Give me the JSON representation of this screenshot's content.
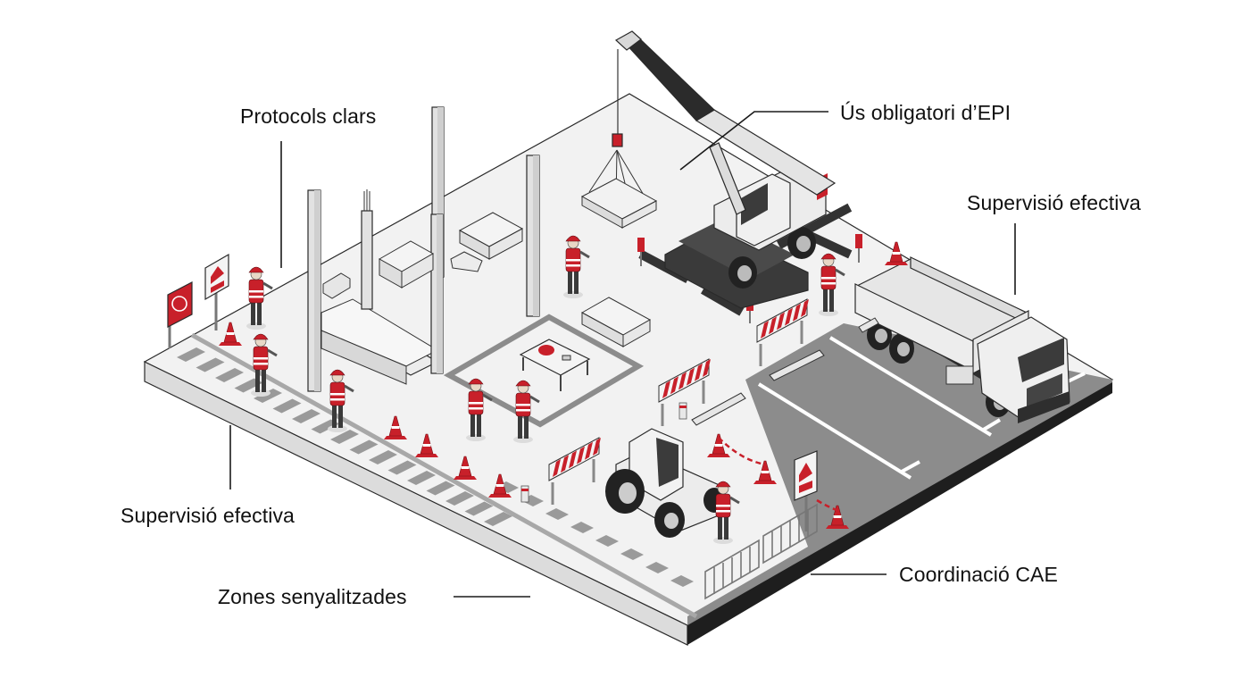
{
  "diagram": {
    "type": "isometric-illustration",
    "subject": "construction site safety",
    "colors": {
      "accent_red": "#c8202a",
      "platform_top": "#f2f2f2",
      "platform_side": "#dcdcdc",
      "platform_edge": "#1e1e1e",
      "asphalt": "#8a8a8a",
      "walkway_stripe": "#9a9a9a",
      "text": "#111111",
      "machinery_dark": "#3a3a3a",
      "machinery_light": "#e6e6e6"
    },
    "labels": [
      {
        "id": "protocols",
        "text": "Protocols clars"
      },
      {
        "id": "epi",
        "text": "Ús obligatori d’EPI"
      },
      {
        "id": "supervisio_right",
        "text": "Supervisió efectiva"
      },
      {
        "id": "supervisio_left",
        "text": "Supervisió efectiva"
      },
      {
        "id": "zones",
        "text": "Zones senyalitzades"
      },
      {
        "id": "cae",
        "text": "Coordinació CAE"
      }
    ],
    "objects": [
      "mobile-crane",
      "dump-truck",
      "compact-tractor",
      "concrete-columns",
      "floor-slab",
      "stacked-slabs",
      "suspended-load",
      "meeting-table",
      "hard-hat",
      "safety-signs",
      "traffic-cones",
      "striped-barriers",
      "crowd-barriers",
      "parking-area",
      "walkway",
      "workers"
    ]
  }
}
